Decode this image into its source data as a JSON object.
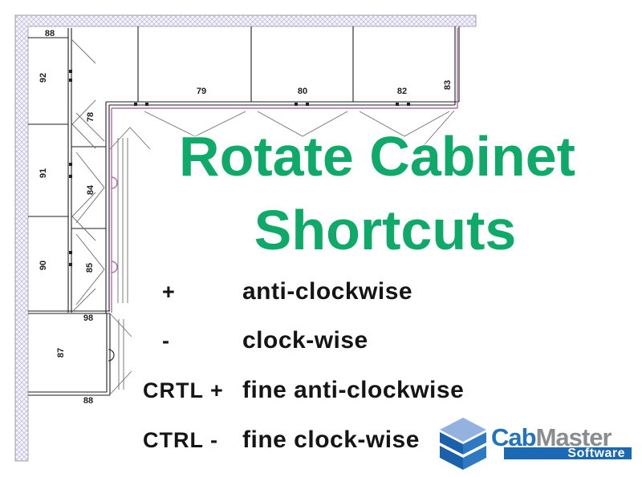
{
  "title": {
    "line1": "Rotate Cabinet",
    "line2": "Shortcuts"
  },
  "shortcuts": [
    {
      "key": "+",
      "action": "anti-clockwise"
    },
    {
      "key": "-",
      "action": "clock-wise"
    },
    {
      "key": "CRTL +",
      "action": "fine anti-clockwise"
    },
    {
      "key": "CTRL -",
      "action": "fine clock-wise"
    }
  ],
  "floorplan": {
    "labels": [
      "88",
      "92",
      "78",
      "91",
      "84",
      "90",
      "85",
      "98",
      "87",
      "88",
      "79",
      "80",
      "82",
      "83"
    ]
  },
  "logo": {
    "brand_part1": "Cab",
    "brand_part2": "Master",
    "tagline": "Software"
  },
  "colors": {
    "title_green": "#0FA96A",
    "benchtop_purple": "#B26DB2",
    "logo_blue": "#1B69B4",
    "logo_text_blue": "#2273BC",
    "logo_text_gray": "#8A8C8E",
    "cube_top": "#93B2DF",
    "cube_left": "#1B60AB",
    "cube_right": "#2E7AC2"
  }
}
